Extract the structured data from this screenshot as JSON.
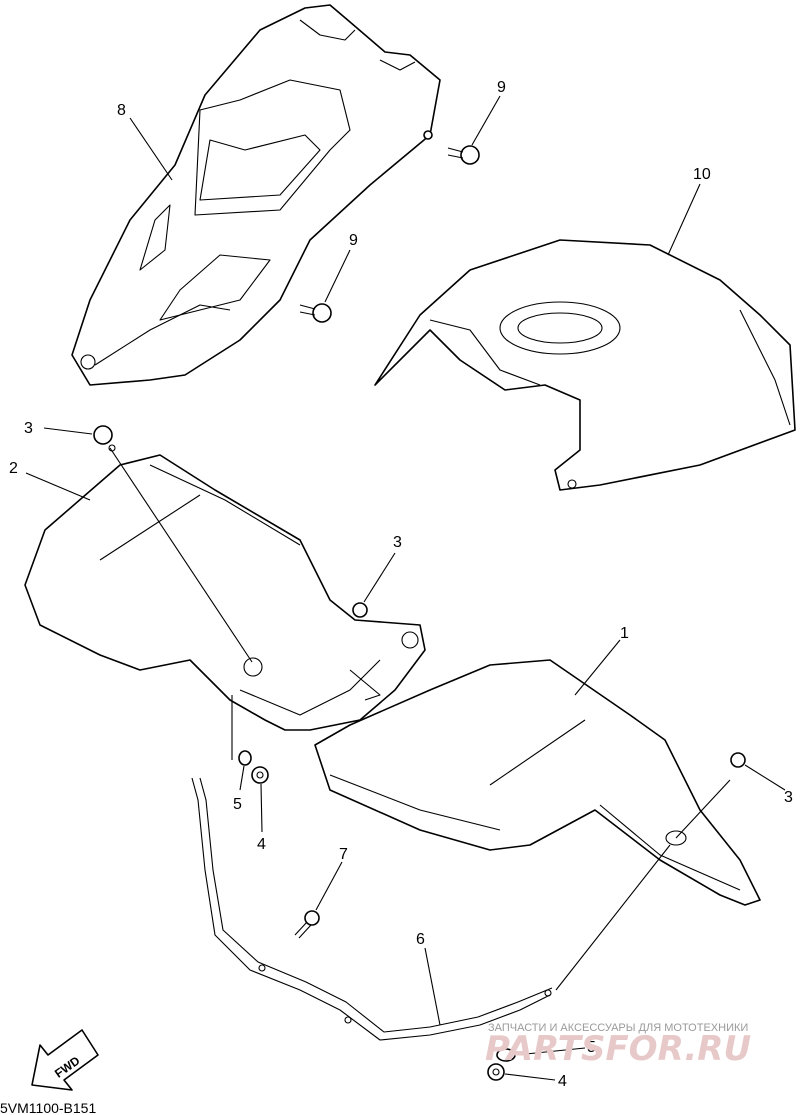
{
  "diagram": {
    "callouts": [
      {
        "id": "c8",
        "label": "8"
      },
      {
        "id": "c9a",
        "label": "9"
      },
      {
        "id": "c9b",
        "label": "9"
      },
      {
        "id": "c10",
        "label": "10"
      },
      {
        "id": "c3a",
        "label": "3"
      },
      {
        "id": "c2",
        "label": "2"
      },
      {
        "id": "c3b",
        "label": "3"
      },
      {
        "id": "c1",
        "label": "1"
      },
      {
        "id": "c3c",
        "label": "3"
      },
      {
        "id": "c5a",
        "label": "5"
      },
      {
        "id": "c4a",
        "label": "4"
      },
      {
        "id": "c7",
        "label": "7"
      },
      {
        "id": "c6",
        "label": "6"
      },
      {
        "id": "c5b",
        "label": "5"
      },
      {
        "id": "c4b",
        "label": "4"
      }
    ],
    "direction_label": "FWD",
    "drawing_code": "5VM1100-B151"
  },
  "watermark": {
    "caption": "ЗАПЧАСТИ И АКСЕССУАРЫ ДЛЯ МОТОТЕХНИКИ",
    "logo": "PARTSFOR.RU"
  }
}
